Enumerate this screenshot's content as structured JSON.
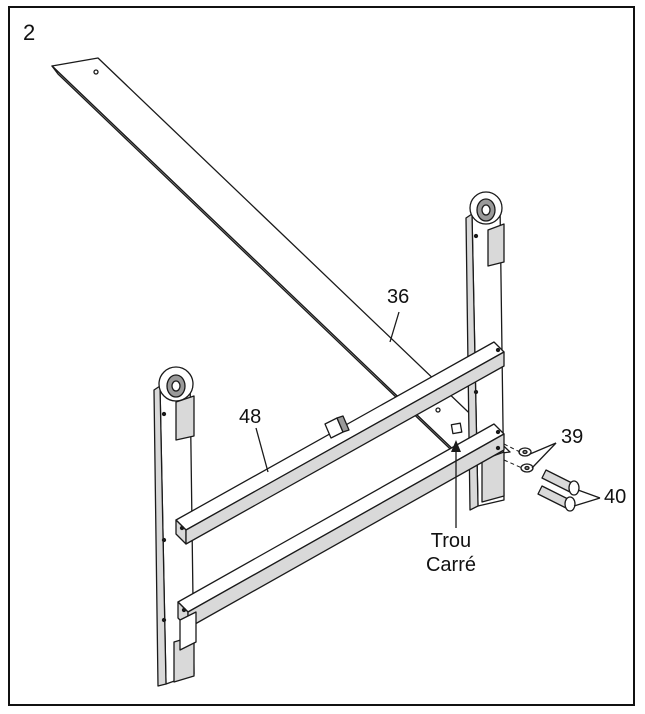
{
  "step_number": "2",
  "callouts": {
    "part_36": "36",
    "part_48": "48",
    "part_39": "39",
    "part_40": "40"
  },
  "note": {
    "line1": "Trou",
    "line2": "Carré"
  },
  "colors": {
    "line": "#1a1a1a",
    "fill_light": "#ffffff",
    "shade": "#d9d9d9",
    "shade_dark": "#9a9a9a"
  }
}
